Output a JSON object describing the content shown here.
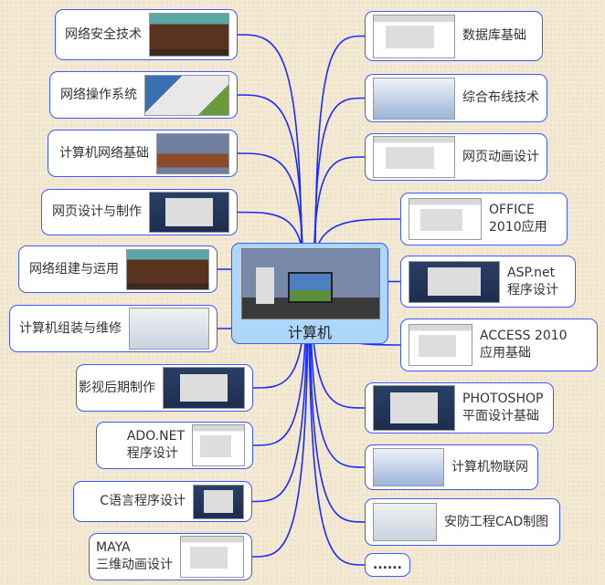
{
  "center": {
    "label": "计算机",
    "icon": "computer-desk-image"
  },
  "left_nodes": [
    {
      "label": "网络安全技术",
      "thumb": "room"
    },
    {
      "label": "网络操作系统",
      "thumb": "win"
    },
    {
      "label": "计算机网络基础",
      "thumb": "desk"
    },
    {
      "label": "网页设计与制作",
      "thumb": "dark"
    },
    {
      "label": "网络组建与运用",
      "thumb": "room"
    },
    {
      "label": "计算机组装与维修",
      "thumb": "cad"
    },
    {
      "label": "影视后期制作",
      "thumb": "dark"
    },
    {
      "label": "ADO.NET\n程序设计",
      "thumb": "app"
    },
    {
      "label": "C语言程序设计",
      "thumb": "dark"
    },
    {
      "label": "MAYA\n三维动画设计",
      "thumb": "app"
    }
  ],
  "right_nodes": [
    {
      "label": "数据库基础",
      "thumb": "app"
    },
    {
      "label": "综合布线技术",
      "thumb": "rack"
    },
    {
      "label": "网页动画设计",
      "thumb": "app"
    },
    {
      "label": "OFFICE\n2010应用",
      "thumb": "app"
    },
    {
      "label": "ASP.net\n程序设计",
      "thumb": "dark"
    },
    {
      "label": "ACCESS 2010\n应用基础",
      "thumb": "app"
    },
    {
      "label": "PHOTOSHOP\n平面设计基础",
      "thumb": "dark"
    },
    {
      "label": "计算机物联网",
      "thumb": "rack"
    },
    {
      "label": "安防工程CAD制图",
      "thumb": "cad"
    },
    {
      "label": "......",
      "thumb": ""
    }
  ],
  "colors": {
    "link": "#1a2cff",
    "border": "#3b5bff",
    "center_fill": "#aed6f8"
  }
}
